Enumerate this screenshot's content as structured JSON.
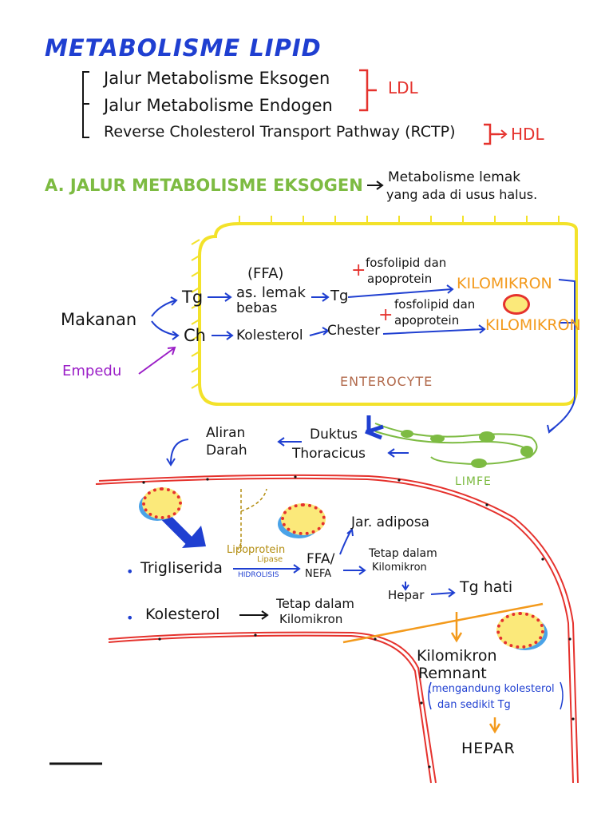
{
  "title": "METABOLISME LIPID",
  "pathways": [
    "Jalur Metabolisme Eksogen",
    "Jalur Metabolisme Endogen",
    "Reverse Cholesterol Transport Pathway (RCTP)"
  ],
  "ldl": "LDL",
  "hdl": "HDL",
  "section_title": "A. JALUR METABOLISME EKSOGEN",
  "section_desc_1": "Metabolisme lemak",
  "section_desc_2": "yang ada di usus halus.",
  "makanan": "Makanan",
  "empedu": "Empedu",
  "tg": "Tg",
  "ch": "Ch",
  "ffa": "(FFA)",
  "as_lemak": "as. lemak",
  "bebas": "bebas",
  "tg2": "Tg",
  "kolesterol": "Kolesterol",
  "chester": "Chester",
  "fosfolipid1": "fosfolipid dan",
  "apoprotein1": "apoprotein",
  "fosfolipid2": "fosfolipid dan",
  "apoprotein2": "apoprotein",
  "plus": "+",
  "kilomikron1": "KILOMIKRON",
  "kilomikron2": "KILOMIKRON",
  "enterocyte": "ENTEROCYTE",
  "aliran": "Aliran",
  "darah": "Darah",
  "duktus": "Duktus",
  "thoracicus": "Thoracicus",
  "limfe": "LIMFE",
  "jar_adiposa": "Jar. adiposa",
  "trigliserida": "Trigliserida",
  "lipoprotein": "Lipoprotein",
  "lipase": "Lipase",
  "hidrolisis": "HIDROLISIS",
  "ffa_nefa_1": "FFA/",
  "ffa_nefa_2": "NEFA",
  "tetap_1a": "Tetap dalam",
  "tetap_1b": "Kilomikron",
  "hepar_small": "Hepar",
  "tg_hati": "Tg hati",
  "kolesterol2": "Kolesterol",
  "tetap_2a": "Tetap dalam",
  "tetap_2b": "Kilomikron",
  "remnant_1": "Kilomikron",
  "remnant_2": "Remnant",
  "remnant_note_1": "(mengandung kolesterol",
  "remnant_note_2": "dan sedikit Tg",
  "hepar": "HEPAR",
  "bullet": "•",
  "colors": {
    "blue": "#1f3fd1",
    "red": "#e5322d",
    "green": "#7dbb42",
    "orange": "#f39a1c",
    "yellow": "#f3e22a",
    "purple": "#9b1fc7",
    "brown": "#b26a4c",
    "gold": "#b38d10",
    "black": "#141414"
  }
}
